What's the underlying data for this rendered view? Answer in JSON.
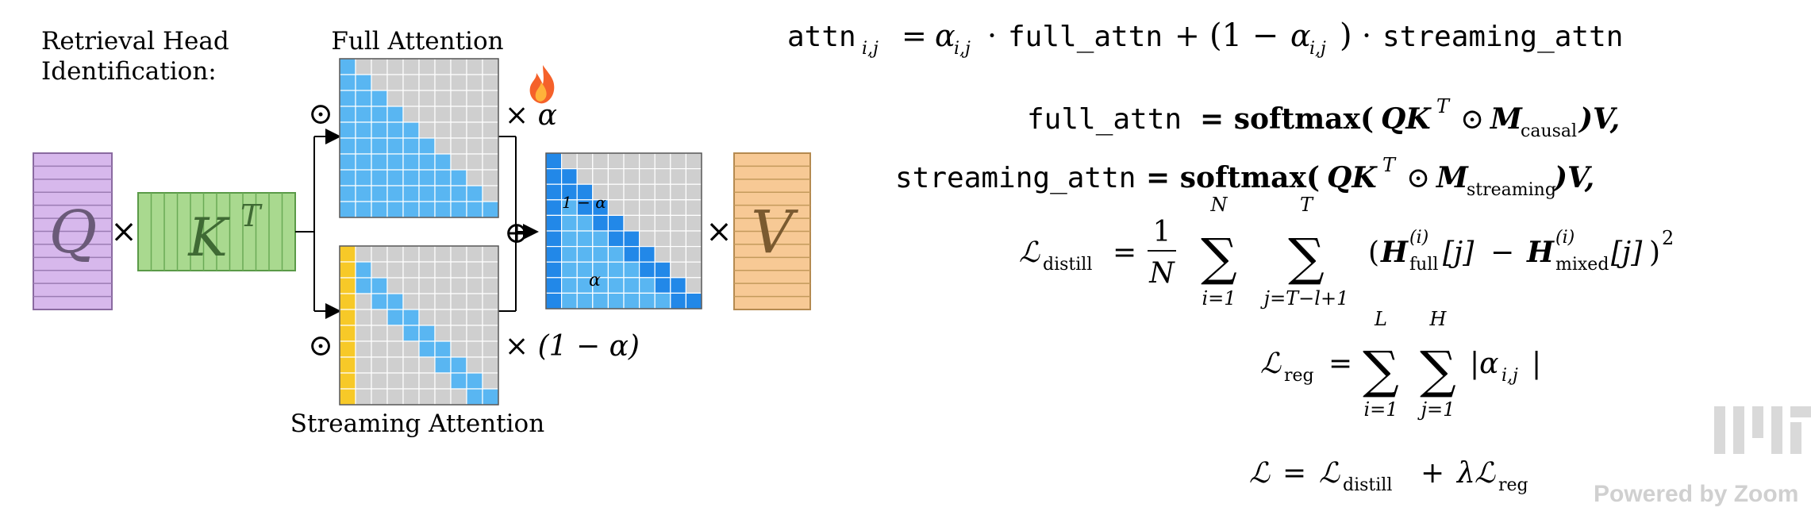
{
  "diagram": {
    "caption_line1": "Retrieval Head",
    "caption_line2": "Identification:",
    "full_attention_title": "Full Attention",
    "streaming_attention_title": "Streaming Attention",
    "q_label": "Q",
    "k_label": "K",
    "k_sup": "T",
    "v_label": "V",
    "times": "×",
    "odot": "⊙",
    "oplus": "⊕",
    "times_alpha": "× α",
    "times_one_minus_alpha": "× (1 − α)",
    "mixed_label_top": "1 − α",
    "mixed_label_bottom": "α",
    "flame_icon": "flame-icon"
  },
  "equations": {
    "eq1": {
      "lhs": "attn",
      "lhs_sub": "i,j",
      "eq": "=",
      "alpha": "α",
      "alpha_sub": "i,j",
      "dot": "·",
      "full": "full_attn",
      "plus": "+",
      "paren_open": "(1 − ",
      "paren_close": ")",
      "streaming": "streaming_attn"
    },
    "eq2": {
      "lhs": "full_attn",
      "rhs_pre": "= softmax(",
      "qk": "QK",
      "sup": "T",
      "odot": "⊙",
      "m": "M",
      "m_sub": "causal",
      "rhs_post": ")V,"
    },
    "eq3": {
      "lhs": "streaming_attn",
      "rhs_pre": "= softmax(",
      "qk": "QK",
      "sup": "T",
      "odot": "⊙",
      "m": "M",
      "m_sub": "streaming",
      "rhs_post": ")V,"
    },
    "eq4": {
      "l": "ℒ",
      "l_sub": "distill",
      "eq": "=",
      "frac_num": "1",
      "frac_den": "N",
      "sum": "∑",
      "sum1_top": "N",
      "sum1_bot": "i=1",
      "sum2_top": "T",
      "sum2_bot": "j=T−l+1",
      "open": "(",
      "h": "H",
      "h_sup": "(i)",
      "h1_sub": "full",
      "idx": "[j]",
      "minus": "−",
      "h2_sub": "mixed",
      "close": ")",
      "sq": "2"
    },
    "eq5": {
      "l": "ℒ",
      "l_sub": "reg",
      "eq": "=",
      "sum": "∑",
      "sum1_top": "L",
      "sum1_bot": "i=1",
      "sum2_top": "H",
      "sum2_bot": "j=1",
      "abs": "|α",
      "abs_sub": "i,j",
      "abs_close": "|"
    },
    "eq6": {
      "l": "ℒ",
      "eq": "=",
      "l1_sub": "distill",
      "plus": "+",
      "lambda": "λ",
      "l2_sub": "reg"
    }
  },
  "watermark": {
    "text": "Powered by Zoom",
    "logo_icon": "mit-logo-icon"
  },
  "colors": {
    "q_fill": "#d7b8ec",
    "k_fill": "#a9d98f",
    "v_fill": "#f7c995",
    "blue": "#59b6f2",
    "dark_blue": "#2288e8",
    "gray": "#cfcfcf",
    "yellow": "#f7c928"
  }
}
